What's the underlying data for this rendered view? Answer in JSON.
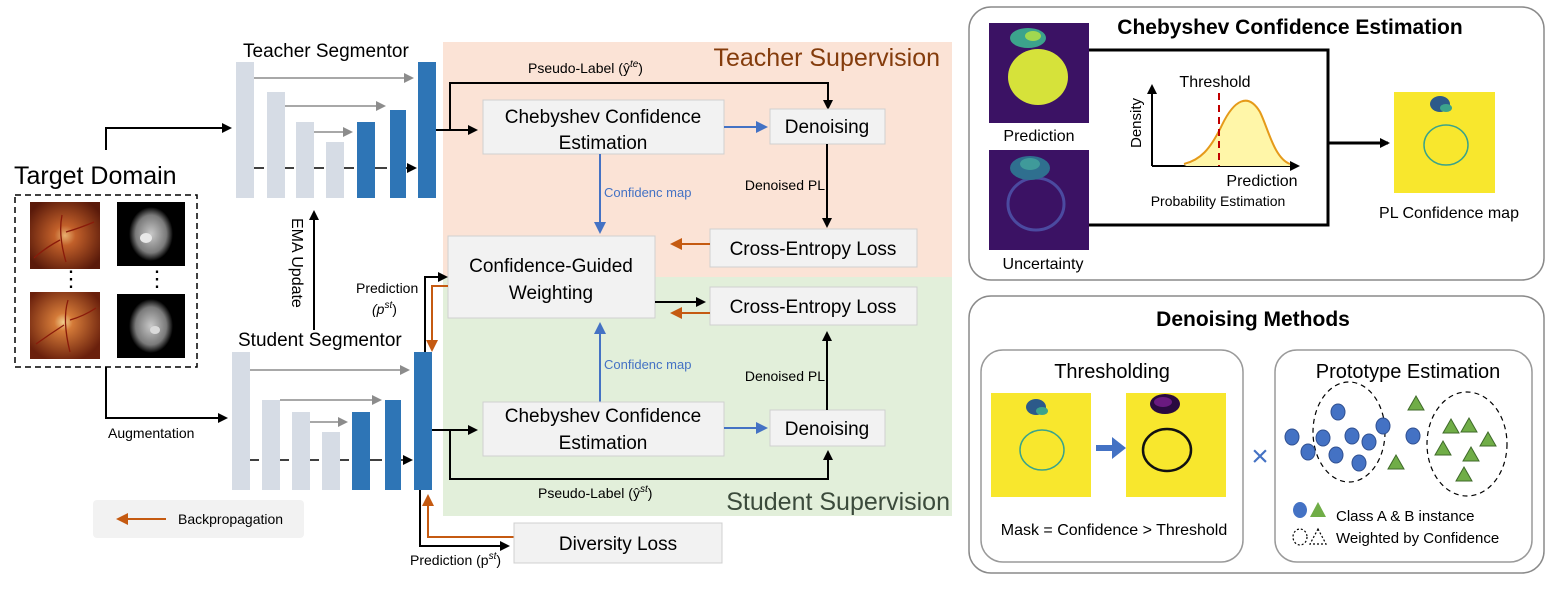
{
  "left": {
    "target_domain": "Target Domain",
    "teacher_segmentor": "Teacher Segmentor",
    "student_segmentor": "Student Segmentor",
    "ema_update": "EMA Update",
    "augmentation": "Augmentation",
    "backprop_legend": "Backpropagation",
    "prediction_pst": "Prediction",
    "pst_symbol": "(p",
    "pst_sup": "st",
    "pst_close": ")",
    "prediction_pst_bottom": "Prediction (p",
    "teacher_supervision": "Teacher Supervision",
    "student_supervision": "Student Supervision",
    "pseudo_label_te": "Pseudo-Label (ŷ",
    "pseudo_label_te_sup": "te",
    "pseudo_label_st": "Pseudo-Label (ŷ",
    "pseudo_label_st_sup": "st",
    "chebyshev_line1": "Chebyshev Confidence",
    "chebyshev_line2": "Estimation",
    "denoising": "Denoising",
    "confidence_map": "Confidenc map",
    "denoised_pl": "Denoised PL",
    "cross_entropy": "Cross-Entropy Loss",
    "cgw_line1": "Confidence-Guided",
    "cgw_line2": "Weighting",
    "diversity_loss": "Diversity Loss",
    "ellipsis": "⋮"
  },
  "chebyshev_panel": {
    "title": "Chebyshev Confidence Estimation",
    "prediction": "Prediction",
    "uncertainty": "Uncertainty",
    "threshold": "Threshold",
    "density": "Density",
    "x_axis": "Prediction",
    "probability_estimation": "Probability Estimation",
    "pl_confidence_map": "PL Confidence map"
  },
  "denoising_panel": {
    "title": "Denoising Methods",
    "thresholding": "Thresholding",
    "mask_rule": "Mask = Confidence > Threshold",
    "prototype": "Prototype Estimation",
    "class_ab": "Class A & B instance",
    "weighted": "Weighted by Confidence",
    "cross": "×"
  },
  "colors": {
    "teacher_bg": "#fbe3d6",
    "student_bg": "#e2efda",
    "teacher_title": "#843c0c",
    "student_title": "#3b4a3b",
    "confidence_blue": "#4472c4",
    "backprop_orange": "#c55a11",
    "encoder_gray": "#d6dce5",
    "decoder_blue": "#2e75b6",
    "box_gray": "#f2f2f2"
  }
}
